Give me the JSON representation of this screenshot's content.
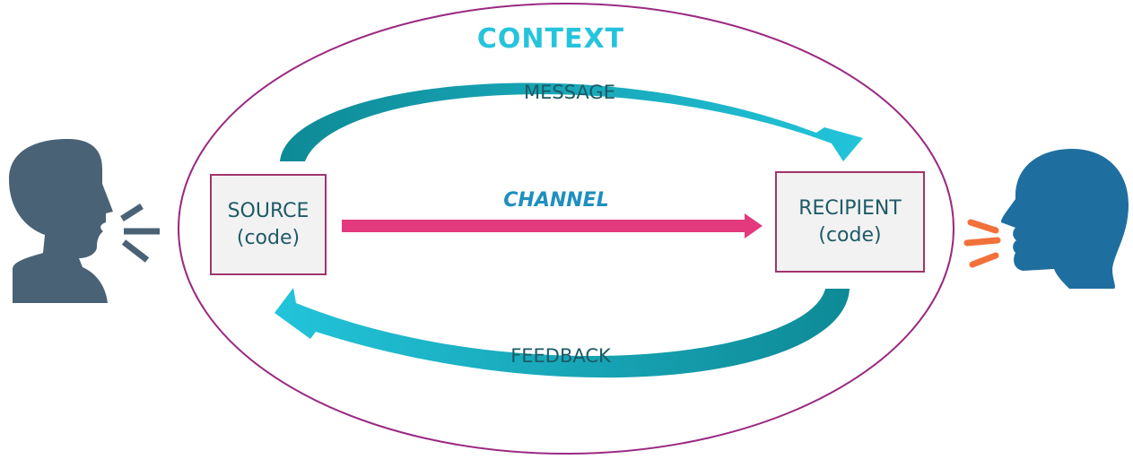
{
  "diagram": {
    "context_label": "CONTEXT",
    "message_label": "MESSAGE",
    "feedback_label": "FEEDBACK",
    "channel_label": "CHANNEL",
    "source": {
      "title": "SOURCE",
      "subtitle": "(code)"
    },
    "recipient": {
      "title": "RECIPIENT",
      "subtitle": "(code)"
    }
  },
  "icons": {
    "sender": "speaking-head-icon",
    "receiver": "speaking-head-icon"
  },
  "colors": {
    "context_ellipse": "#9a2a82",
    "context_text": "#26c4dc",
    "box_border": "#a0356b",
    "box_fill": "#f2f2f2",
    "box_text": "#1e5a66",
    "label_text": "#1a5a66",
    "channel_text": "#1e8fbf",
    "channel_arrow": "#e23a7d",
    "arrow_dark": "#0e8a96",
    "arrow_light": "#22c4da",
    "sender_head": "#4a6276",
    "receiver_head": "#1f6ea0",
    "sound_lines_left": "#4a6276",
    "sound_lines_right": "#f2703a"
  }
}
